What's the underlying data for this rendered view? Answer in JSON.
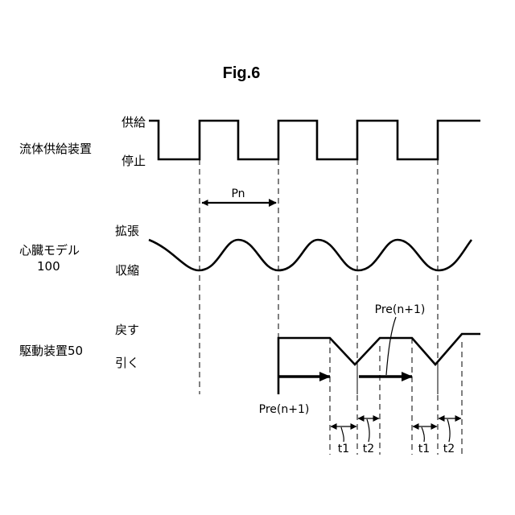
{
  "figure": {
    "title": "Fig.6",
    "rows": {
      "supply_device": {
        "label": "流体供給装置",
        "high": "供給",
        "low": "停止"
      },
      "heart_model": {
        "label_line1": "心臓モデル",
        "label_line2": "100",
        "high": "拡張",
        "low": "収縮"
      },
      "drive_device": {
        "label": "駆動装置50",
        "high": "戻す",
        "low": "引く"
      }
    },
    "annotations": {
      "period": "Pn",
      "pre_lower": "Pre(n+1)",
      "pre_upper": "Pre(n+1)",
      "t1_a": "t1",
      "t2_a": "t2",
      "t1_b": "t1",
      "t2_b": "t2"
    }
  }
}
